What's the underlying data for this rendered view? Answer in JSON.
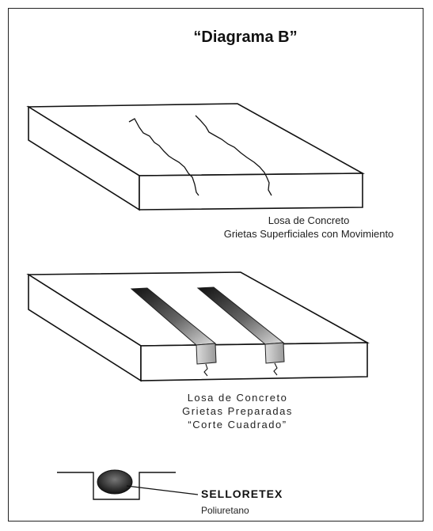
{
  "title": "“Diagrama B”",
  "slab1": {
    "line1": "Losa de Concreto",
    "line2": "Grietas Superficiales con Movimiento"
  },
  "slab2": {
    "line1": "Losa de Concreto",
    "line2": "Grietas Preparadas",
    "line3": "“Corte Cuadrado”"
  },
  "detail": {
    "product": "SELLORETEX",
    "material": "Poliuretano"
  }
}
